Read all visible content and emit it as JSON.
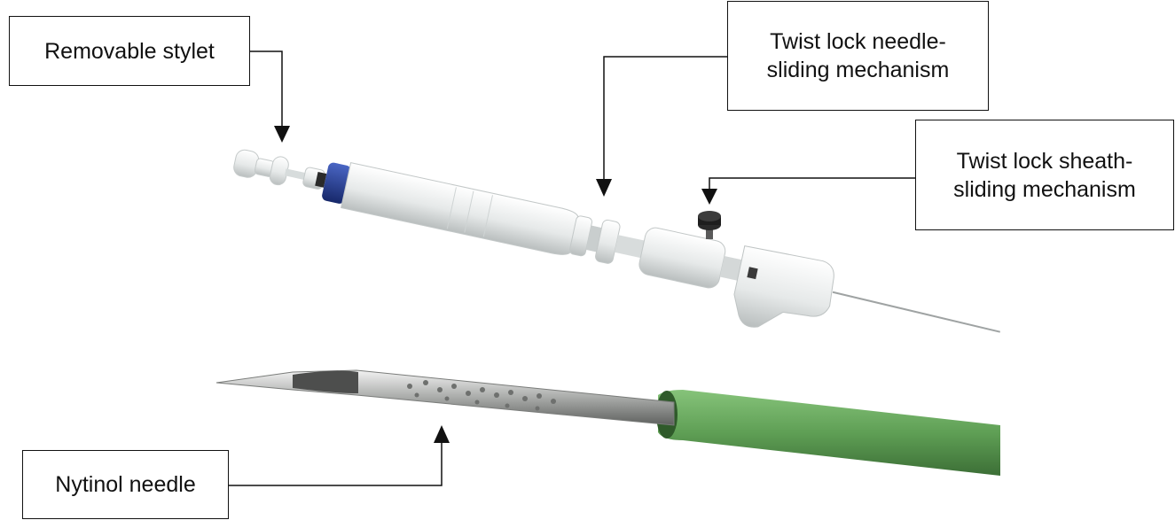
{
  "labels": {
    "removable_stylet": "Removable stylet",
    "needle_lock_line1": "Twist lock needle-",
    "needle_lock_line2": "sliding mechanism",
    "sheath_lock_line1": "Twist lock sheath-",
    "sheath_lock_line2": "sliding mechanism",
    "nytinol_needle": "Nytinol needle"
  },
  "colors": {
    "outline": "#111111",
    "device_white": "#e9ecec",
    "blue_ring": "#233c8f",
    "green_sheath": "#5f9f55",
    "steel": "#a8aaa8"
  }
}
